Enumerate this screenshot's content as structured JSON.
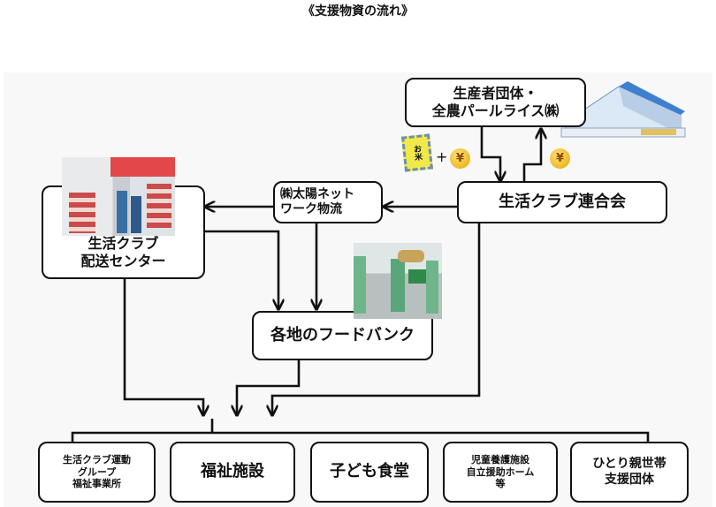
{
  "title": "《支援物資の流れ》",
  "nodes": {
    "producer": [
      "生産者団体・",
      "全農パールライス㈱"
    ],
    "rengokai": "生活クラブ連合会",
    "taiyo": [
      "㈱太陽ネット",
      "ワーク物流"
    ],
    "center": [
      "生活クラブ",
      "配送センター"
    ],
    "foodbank": "各地のフードバンク"
  },
  "recipients": [
    {
      "lines": [
        "生活クラブ運動",
        "グループ",
        "福祉事業所"
      ]
    },
    {
      "lines": [
        "福祉施設"
      ]
    },
    {
      "lines": [
        "子ども食堂"
      ]
    },
    {
      "lines": [
        "児童養護施設",
        "自立援助ホーム",
        "等"
      ]
    },
    {
      "lines": [
        "ひとり親世帯",
        "支援団体"
      ]
    }
  ],
  "icons": {
    "rice_bag": "お米",
    "plus": "+",
    "yen": "¥"
  }
}
